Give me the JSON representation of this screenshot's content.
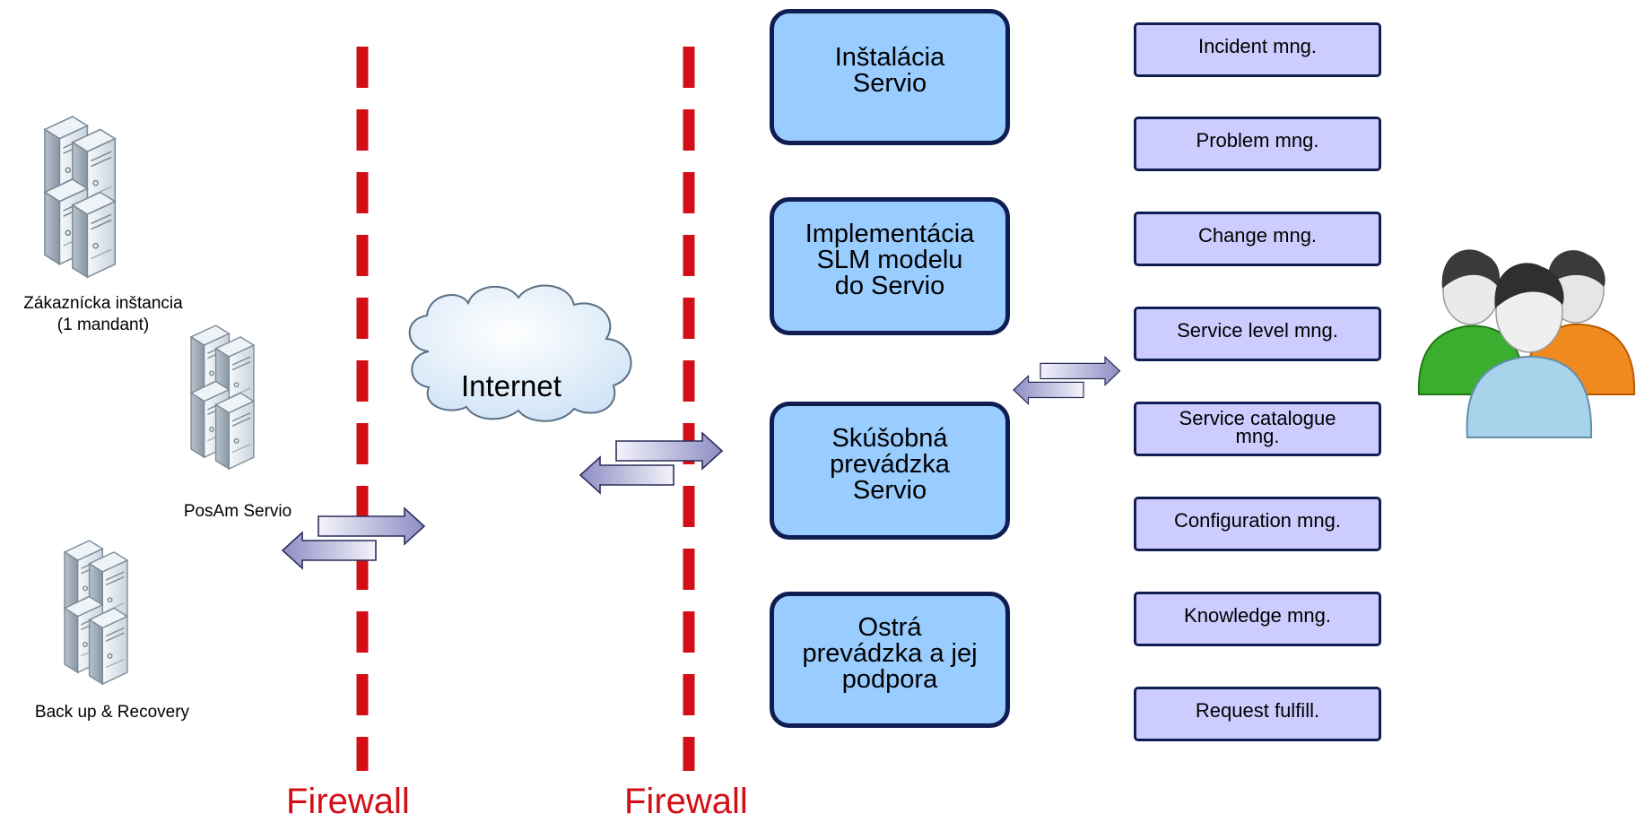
{
  "servers": [
    {
      "id": "customer",
      "label": "Zákaznícka inštancia\n(1 mandant)"
    },
    {
      "id": "posam",
      "label": "PosAm Servio"
    },
    {
      "id": "backup",
      "label": "Back up & Recovery"
    }
  ],
  "cloud_label": "Internet",
  "firewalls": [
    "Firewall",
    "Firewall"
  ],
  "phases": [
    "Inštalácia\nServio",
    "Implementácia\nSLM modelu\ndo Servio",
    "Skúšobná\nprevádzka\nServio",
    "Ostrá\nprevádzka a jej\npodpora"
  ],
  "processes": [
    "Incident mng.",
    "Problem mng.",
    "Change mng.",
    "Service level mng.",
    "Service catalogue\nmng.",
    "Configuration mng.",
    "Knowledge mng.",
    "Request fulfill."
  ],
  "icons": [
    "server-stack-icon",
    "cloud-icon",
    "double-arrow-icon",
    "users-group-icon"
  ],
  "colors": {
    "firewall": "#d20f16",
    "phase_fill": "#99ccff",
    "process_fill": "#ccccff",
    "box_border": "#0f1d52",
    "arrow_fill": "#a9a8d2"
  }
}
